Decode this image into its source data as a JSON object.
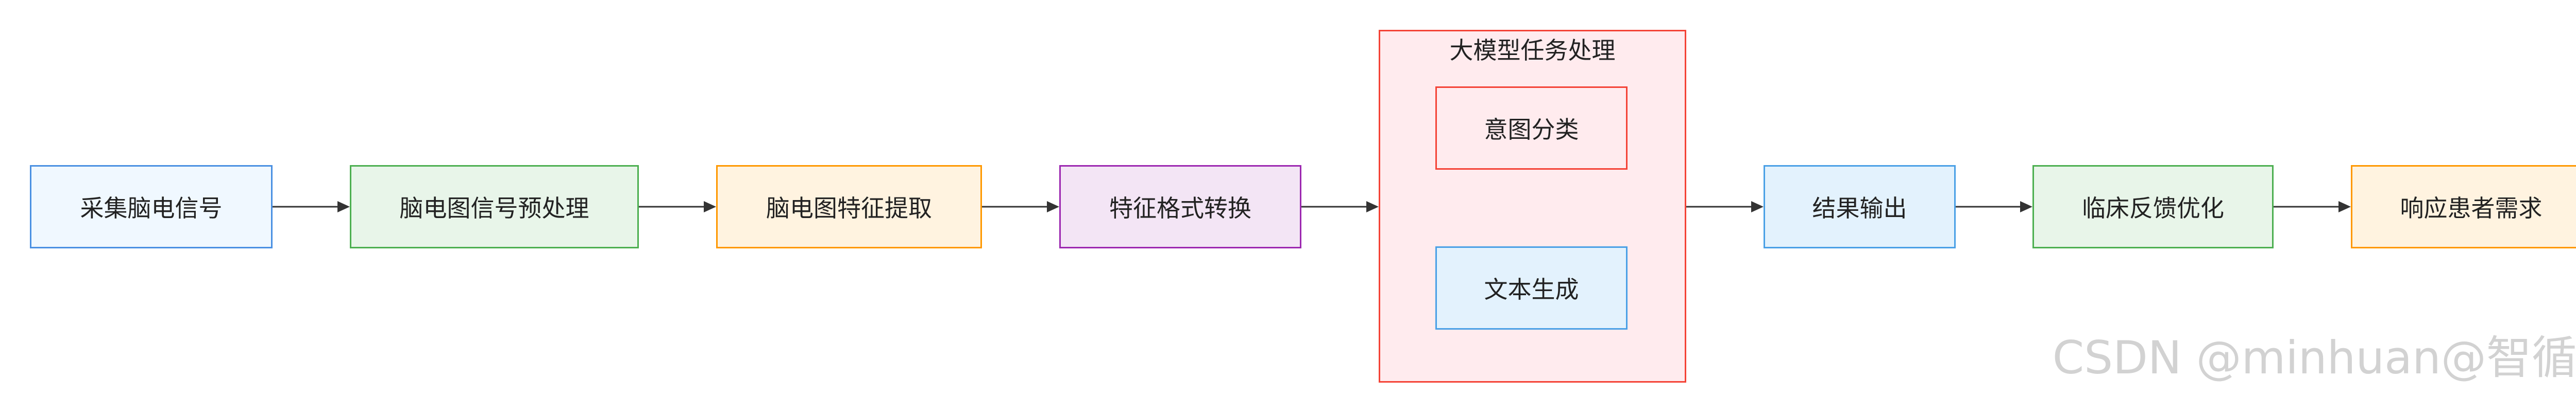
{
  "nodes": [
    {
      "label": "采集脑电信号",
      "color": "sky"
    },
    {
      "label": "脑电图信号预处理",
      "color": "green"
    },
    {
      "label": "脑电图特征提取",
      "color": "orange"
    },
    {
      "label": "特征格式转换",
      "color": "purple"
    },
    {
      "label": "结果输出",
      "color": "blue"
    },
    {
      "label": "临床反馈优化",
      "color": "green"
    },
    {
      "label": "响应患者需求",
      "color": "orange"
    }
  ],
  "group": {
    "title": "大模型任务处理",
    "color": "red",
    "nodes": [
      {
        "label": "意图分类",
        "color": "red"
      },
      {
        "label": "文本生成",
        "color": "blue"
      }
    ]
  },
  "watermark": "CSDN @minhuan@智循AI",
  "palette": {
    "sky": {
      "fill": "#f0f8ff",
      "stroke": "#4a90e2"
    },
    "blue": {
      "fill": "#e3f2fd",
      "stroke": "#4aa0e6"
    },
    "green": {
      "fill": "#e8f5e9",
      "stroke": "#4caf50"
    },
    "orange": {
      "fill": "#fff3e0",
      "stroke": "#ff9800"
    },
    "purple": {
      "fill": "#f3e5f5",
      "stroke": "#9c27b0"
    },
    "red": {
      "fill": "#ffebee",
      "stroke": "#f44336"
    },
    "arrow": "#333333"
  }
}
